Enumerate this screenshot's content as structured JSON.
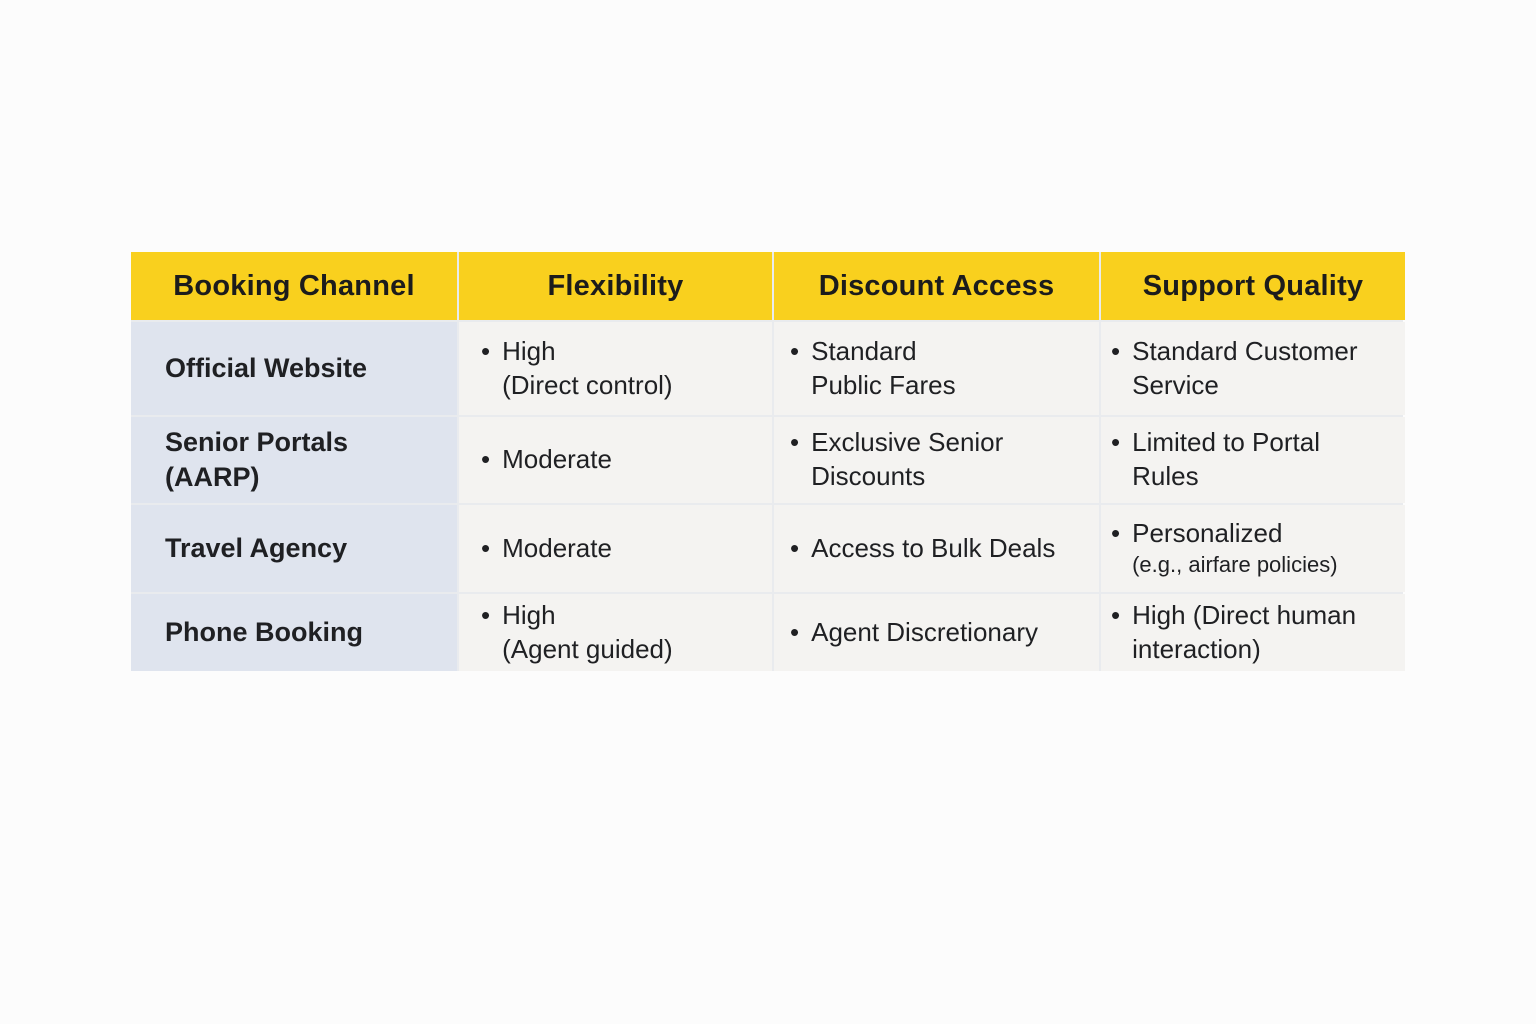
{
  "colors": {
    "page-bg": "#fcfcfc",
    "header-bg": "#f9d01e",
    "header-text": "#1c1c1c",
    "channel-col-bg": "#dfe4ee",
    "body-cell-bg": "#f4f3f1",
    "body-text": "#1f2023",
    "grid-line": "#e9ebee"
  },
  "table": {
    "bullet": "•",
    "headers": [
      "Booking Channel",
      "Flexibility",
      "Discount Access",
      "Support Quality"
    ],
    "rows": [
      {
        "channel": {
          "line1": "Official Website",
          "line2": ""
        },
        "flexibility": {
          "line1": "High",
          "line2": "(Direct control)"
        },
        "discount": {
          "line1": "Standard",
          "line2": "Public Fares"
        },
        "support": {
          "line1": "Standard Customer",
          "line2": "Service"
        }
      },
      {
        "channel": {
          "line1": "Senior Portals",
          "line2": "(AARP)"
        },
        "flexibility": {
          "line1": "Moderate",
          "line2": ""
        },
        "discount": {
          "line1": "Exclusive Senior",
          "line2": "Discounts"
        },
        "support": {
          "line1": "Limited to Portal",
          "line2": "Rules"
        }
      },
      {
        "channel": {
          "line1": "Travel Agency",
          "line2": ""
        },
        "flexibility": {
          "line1": "Moderate",
          "line2": ""
        },
        "discount": {
          "line1": "Access to Bulk Deals",
          "line2": ""
        },
        "support": {
          "line1": "Personalized",
          "line2": "(e.g., airfare policies)"
        }
      },
      {
        "channel": {
          "line1": "Phone Booking",
          "line2": ""
        },
        "flexibility": {
          "line1": "High",
          "line2": "(Agent guided)"
        },
        "discount": {
          "line1": "Agent Discretionary",
          "line2": ""
        },
        "support": {
          "line1": "High (Direct human",
          "line2": "interaction)"
        }
      }
    ]
  }
}
